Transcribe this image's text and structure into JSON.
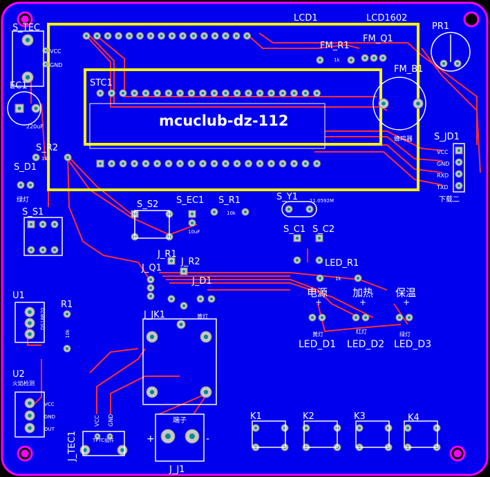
{
  "board": {
    "title": "mcuclub-dz-112"
  },
  "colors": {
    "board": "#0000ee",
    "edge": "#ff00ff",
    "copper": "#ff3030",
    "silk": "#ffff00",
    "label": "#ffffff",
    "pad": "#c8c8c8",
    "pad_center": "#008a8a",
    "background": "#000000"
  },
  "labels": {
    "lcd1": "LCD1",
    "lcd1602": "LCD1602",
    "pr1": "PR1",
    "s_tec": "S_TEC",
    "vcc": "VCC",
    "gnd": "GND",
    "ec1": "EC1",
    "ec1_val": "220uF",
    "stc1": "STC1",
    "fm_r1": "FM_R1",
    "fm_r1_val": "1k",
    "fm_q1": "FM_Q1",
    "fm_b1": "FM_B1",
    "fm_b1_note": "蜂鸣器",
    "s_jd1": "S_JD1",
    "jd_vcc": "VCC",
    "jd_gnd": "GND",
    "jd_rxd": "RXD",
    "jd_txd": "TXD",
    "jd_note": "下载二",
    "s_r2": "S_R2",
    "s_r2_val": "10k",
    "s_d1": "S_D1",
    "s_d1_note": "绿灯",
    "s_s1": "S_S1",
    "s_s2": "S_S2",
    "s_ec1": "S_EC1",
    "s_ec1_val": "10uF",
    "s_r1": "S_R1",
    "s_r1_val": "10k",
    "s_y1": "S_Y1",
    "s_y1_val": "11.0592M",
    "s_c1": "S_C1",
    "s_c2": "S_C2",
    "led_r1": "LED_R1",
    "led_r1_val": "1k",
    "j_r1": "J_R1",
    "j_r2": "J_R2",
    "j_q1": "J_Q1",
    "j_d1": "J_D1",
    "j_d1_note": "黄灯",
    "j_jk1": "J_JK1",
    "u1": "U1",
    "u1_part": "DS18B20",
    "r1": "R1",
    "r1_val": "10k",
    "u2": "U2",
    "u2_note": "火焰检测",
    "u2_vcc": "VCC",
    "u2_gnd": "GND",
    "u2_out": "OUT",
    "j_tec1": "J_TEC1",
    "tec_vcc": "VCC",
    "tec_gnd": "GND",
    "tec_note": "TPTC组件",
    "j_j1": "J_J1",
    "jj1_note": "端子",
    "jj1_plus": "+",
    "jj1_minus": "-",
    "power": "电源",
    "heat": "加热",
    "keep_warm": "保温",
    "plus": "+",
    "led_d1": "LED_D1",
    "led_d2": "LED_D2",
    "led_d3": "LED_D3",
    "led_d1_note": "黄灯",
    "led_d2_note": "红灯",
    "led_d3_note": "绿灯",
    "k1": "K1",
    "k2": "K2",
    "k3": "K3",
    "k4": "K4"
  }
}
